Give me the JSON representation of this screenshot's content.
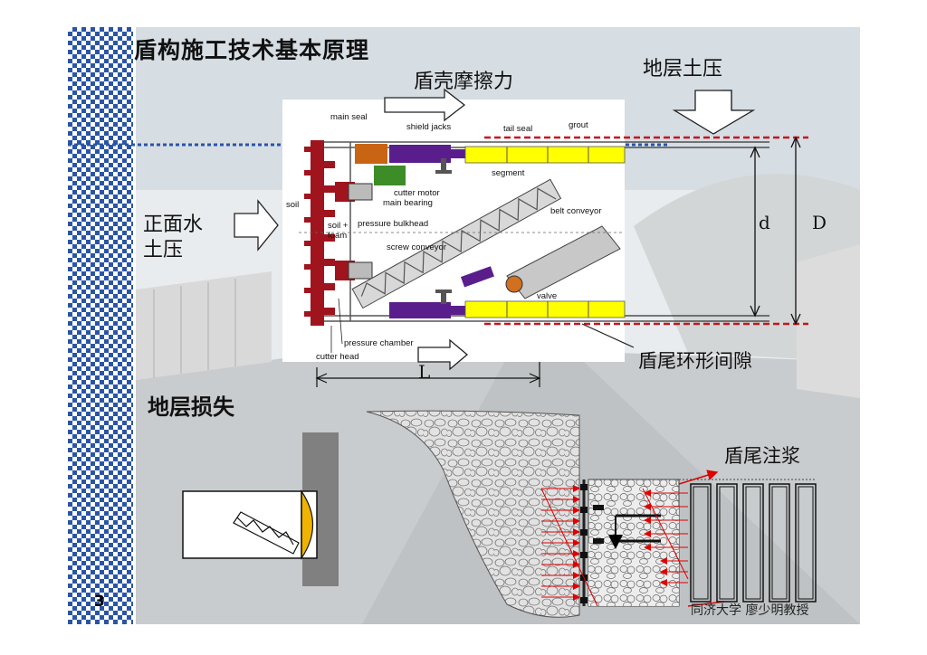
{
  "slide": {
    "title": "盾构施工技术基本原理",
    "page_number": "3",
    "author": "同济大学 廖少明教授"
  },
  "annotations": {
    "shell_friction": "盾壳摩擦力",
    "earth_pressure": "地层土压",
    "face_water_earth_pressure": "正面水土压",
    "tail_annular_gap": "盾尾环形间隙",
    "ground_loss": "地层损失",
    "tail_grouting": "盾尾注浆"
  },
  "dimensions": {
    "outer_diameter": "D",
    "inner_diameter": "d",
    "shield_length": "L"
  },
  "machine_labels": {
    "main_seal": "main seal",
    "shield_jacks": "shield jacks",
    "tail_seal": "tail seal",
    "grout": "grout",
    "segment": "segment",
    "cutter_motor": "cutter motor",
    "main_bearing": "main bearing",
    "soil": "soil",
    "soil_foam_1": "soil +",
    "soil_foam_2": "foam",
    "pressure_bulkhead": "pressure bulkhead",
    "belt_conveyor": "belt conveyor",
    "screw_conveyor": "screw conveyor",
    "valve": "valve",
    "pressure_chamber": "pressure chamber",
    "cutter_head": "cutter head"
  },
  "colors": {
    "cutter_head": "#a0141e",
    "segment": "#ffff00",
    "jack": "#5a1e8c",
    "motor": "#3c8c28",
    "seal_box": "#c86414",
    "gap_line": "#c8141e",
    "grout_arrow": "#e00000"
  }
}
